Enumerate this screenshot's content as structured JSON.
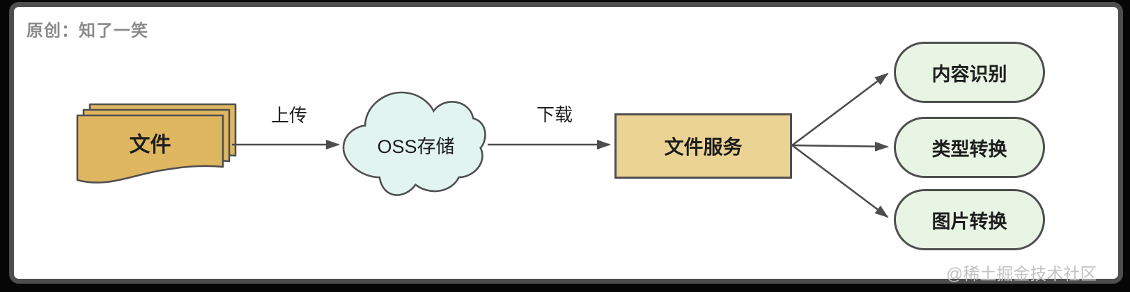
{
  "header": {
    "credit": "原创：知了一笑"
  },
  "watermark": "@稀土掘金技术社区",
  "colors": {
    "page-bg": "#060606",
    "frame-border": "#4e4e4e",
    "stroke": "#4f4f4f",
    "arrow": "#4d4d4d",
    "gold": "#dfb761",
    "tan": "#ebd493",
    "cloud": "#e2f4f0",
    "green": "#e8f4e4",
    "ink": "#1d1d1d",
    "credit": "#8b8b8b",
    "watermark": "#c4c3c3"
  },
  "diagram": {
    "nodes": {
      "files": {
        "label": "文件",
        "shape": "document-stack",
        "fill": "#dfb761"
      },
      "oss": {
        "label": "OSS存储",
        "shape": "cloud",
        "fill": "#e2f4f0"
      },
      "file_service": {
        "label": "文件服务",
        "shape": "rectangle",
        "fill": "#ebd493"
      },
      "targets": [
        {
          "label": "内容识别",
          "shape": "rounded",
          "fill": "#e8f4e4"
        },
        {
          "label": "类型转换",
          "shape": "rounded",
          "fill": "#e8f4e4"
        },
        {
          "label": "图片转换",
          "shape": "rounded",
          "fill": "#e8f4e4"
        }
      ]
    },
    "edges": [
      {
        "from": "文件",
        "to": "OSS存储",
        "label": "上传"
      },
      {
        "from": "OSS存储",
        "to": "文件服务",
        "label": "下载"
      },
      {
        "from": "文件服务",
        "to": "内容识别",
        "label": ""
      },
      {
        "from": "文件服务",
        "to": "类型转换",
        "label": ""
      },
      {
        "from": "文件服务",
        "to": "图片转换",
        "label": ""
      }
    ]
  }
}
